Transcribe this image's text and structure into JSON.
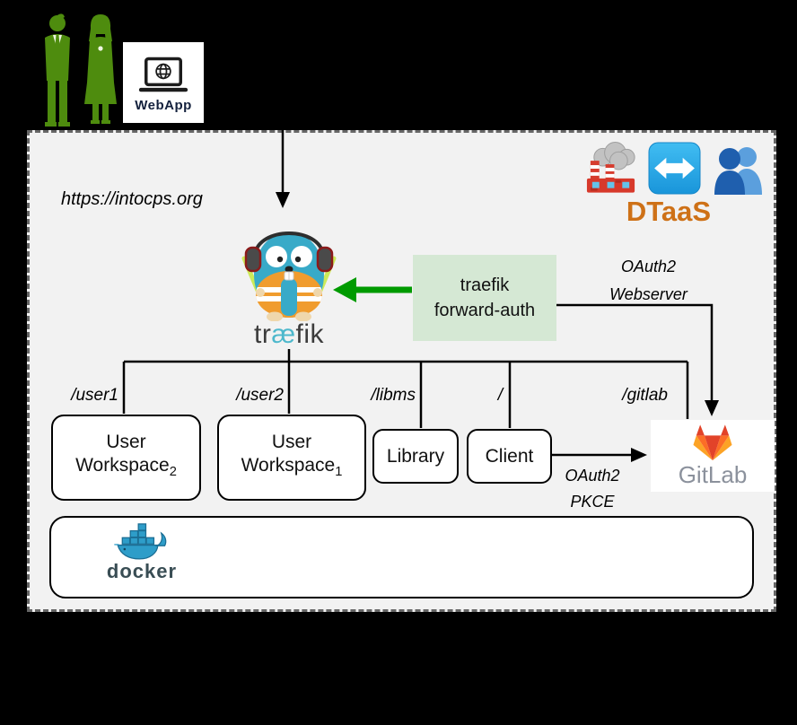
{
  "diagram": {
    "url": "https://intocps.org",
    "webapp": {
      "label": "WebApp"
    },
    "dtaas": {
      "label": "DTaaS"
    },
    "traefik": {
      "wordmark_pre": "tr",
      "wordmark_ae": "æ",
      "wordmark_post": "fik"
    },
    "forward_auth": {
      "line1": "traefik",
      "line2": "forward-auth"
    },
    "oauth_webserver": {
      "line1": "OAuth2",
      "line2": "Webserver"
    },
    "oauth_pkce": {
      "line1": "OAuth2",
      "line2": "PKCE"
    },
    "routes": [
      "/user1",
      "/user2",
      "/libms",
      "/",
      "/gitlab"
    ],
    "nodes": {
      "workspace2": {
        "line1": "User",
        "base": "Workspace",
        "sub": "2"
      },
      "workspace1": {
        "line1": "User",
        "base": "Workspace",
        "sub": "1"
      },
      "library": {
        "label": "Library"
      },
      "client": {
        "label": "Client"
      },
      "gitlab": {
        "label": "GitLab"
      },
      "docker": {
        "label": "docker"
      }
    },
    "colors": {
      "panel_bg": "#f2f2f2",
      "panel_border": "#666666",
      "auth_box_bg": "#d5e8d4",
      "auth_arrow_green": "#009b00",
      "dtaas_orange": "#ce7117",
      "user_silhouette_green": "#4e8c0e",
      "traefik_ae_teal": "#4db8cc",
      "gitlab_text_gray": "#8b919c",
      "docker_navy": "#394d54"
    }
  }
}
